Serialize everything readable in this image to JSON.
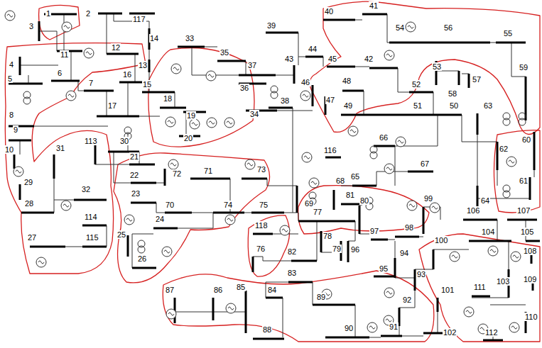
{
  "diagram": {
    "labels": [
      "1",
      "2",
      "117",
      "3",
      "14",
      "11",
      "12",
      "13",
      "4",
      "5",
      "6",
      "7",
      "16",
      "15",
      "33",
      "35",
      "37",
      "39",
      "43",
      "44",
      "45",
      "40",
      "41",
      "42",
      "54",
      "56",
      "55",
      "53",
      "52",
      "58",
      "57",
      "59",
      "51",
      "50",
      "36",
      "48",
      "46",
      "47",
      "49",
      "38",
      "34",
      "17",
      "18",
      "19",
      "20",
      "8",
      "9",
      "10",
      "30",
      "31",
      "113",
      "21",
      "22",
      "23",
      "29",
      "28",
      "32",
      "114",
      "115",
      "27",
      "72",
      "71",
      "73",
      "70",
      "74",
      "75",
      "24",
      "25",
      "26",
      "118",
      "76",
      "69",
      "68",
      "81",
      "116",
      "66",
      "65",
      "67",
      "63",
      "62",
      "60",
      "61",
      "64",
      "77",
      "78",
      "79",
      "80",
      "82",
      "96",
      "97",
      "98",
      "99",
      "94",
      "95",
      "93",
      "106",
      "107",
      "104",
      "105",
      "108",
      "100",
      "103",
      "109",
      "110",
      "111",
      "112",
      "101",
      "102",
      "92",
      "91",
      "90",
      "89",
      "88",
      "83",
      "84",
      "85",
      "86",
      "87"
    ]
  }
}
